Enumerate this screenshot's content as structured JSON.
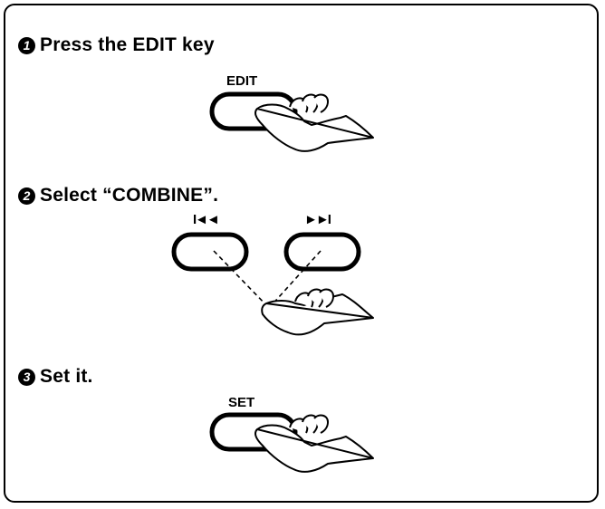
{
  "steps": [
    {
      "number": "1",
      "text": "Press the EDIT key",
      "key_label": "EDIT"
    },
    {
      "number": "2",
      "text": "Select “COMBINE”.",
      "keys": [
        {
          "label": "I◄◄",
          "icon": "skip-back-icon"
        },
        {
          "label": "►►I",
          "icon": "skip-forward-icon"
        }
      ]
    },
    {
      "number": "3",
      "text": "Set it.",
      "key_label": "SET"
    }
  ]
}
